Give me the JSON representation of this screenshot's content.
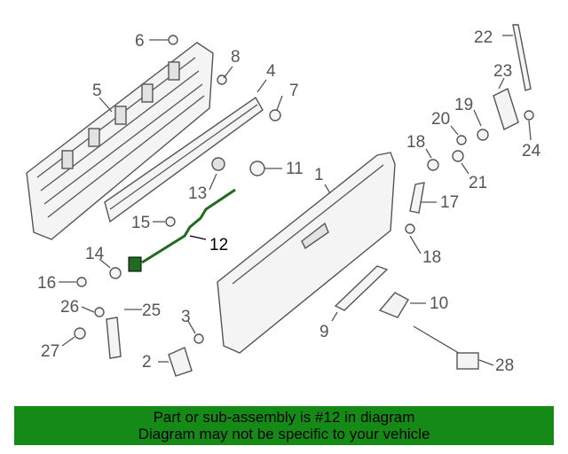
{
  "colors": {
    "banner_bg": "#168a16",
    "highlight": "#1f6b1f",
    "line": "#555555"
  },
  "callouts": [
    "1",
    "2",
    "3",
    "4",
    "5",
    "6",
    "7",
    "8",
    "9",
    "10",
    "11",
    "12",
    "13",
    "14",
    "15",
    "16",
    "17",
    "18",
    "18",
    "19",
    "20",
    "21",
    "22",
    "23",
    "24",
    "25",
    "26",
    "27",
    "28"
  ],
  "highlighted_part": "12",
  "banner": {
    "line1": "Part or sub-assembly is #12 in diagram",
    "line2": "Diagram may not be specific to your vehicle"
  }
}
